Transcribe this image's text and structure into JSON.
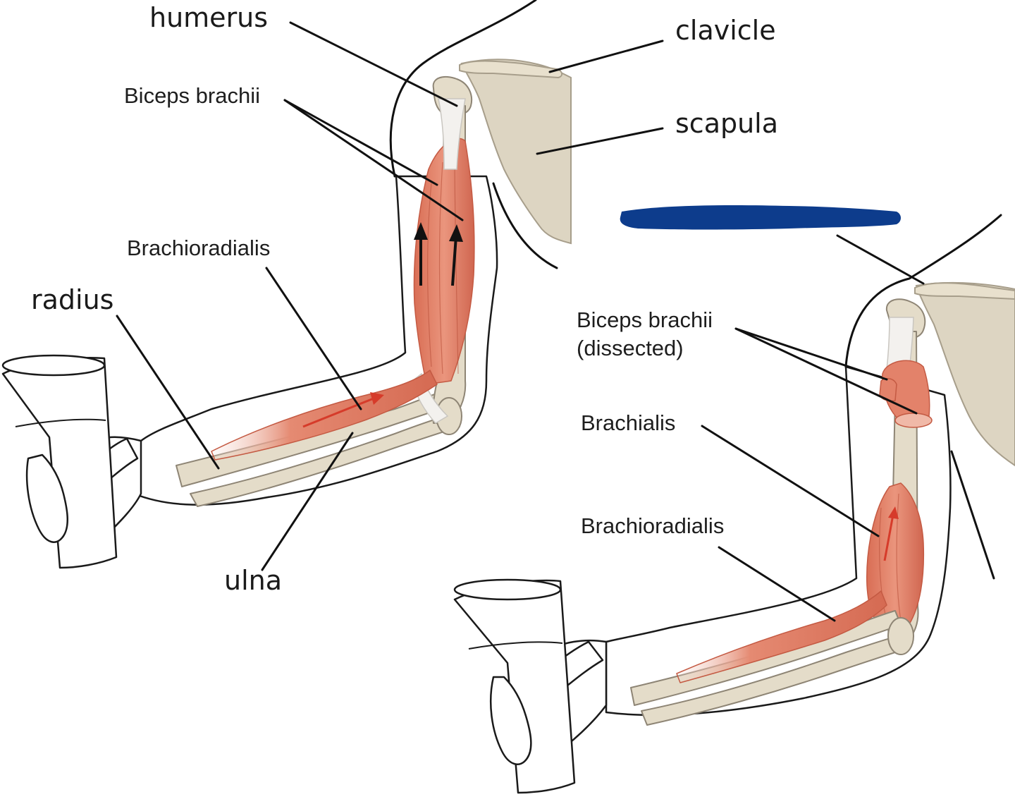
{
  "labels": {
    "humerus": "humerus",
    "clavicle": "clavicle",
    "biceps_brachii_top": "Biceps brachii",
    "scapula": "scapula",
    "brachioradialis_left": "Brachioradialis",
    "radius": "radius",
    "ulna": "ulna",
    "biceps_brachii_dissected_line1": "Biceps brachii",
    "biceps_brachii_dissected_line2": "(dissected)",
    "brachialis": "Brachialis",
    "brachioradialis_right": "Brachioradialis"
  },
  "colors": {
    "muscle": "#e0826a",
    "muscle_dark": "#c9624b",
    "bone": "#e4dcc9",
    "scapula_fill": "#ddd5c2",
    "redaction_mark": "#0d3c8c",
    "arrow_black": "#111111",
    "arrow_red": "#d63b2a"
  },
  "icons": {
    "redaction": "blue-redaction-mark",
    "contraction_arrows": "contraction-arrow-icon"
  }
}
